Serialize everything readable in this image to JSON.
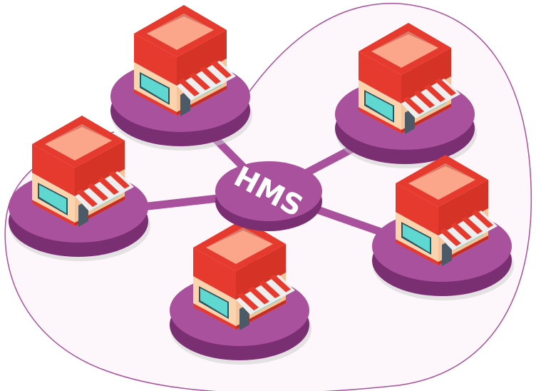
{
  "hub": {
    "label": "HMS"
  },
  "stores": [
    {
      "name": "store-top-left"
    },
    {
      "name": "store-top-right"
    },
    {
      "name": "store-left"
    },
    {
      "name": "store-bottom"
    },
    {
      "name": "store-right"
    }
  ],
  "colors": {
    "platform": "#a9519c",
    "platform_side": "#7a2f73",
    "roof": "#e63a2e",
    "roof_top": "#fba58a",
    "wall": "#fbd3ad",
    "window": "#5fd8d2",
    "background_blob": "#fdf6fb"
  }
}
